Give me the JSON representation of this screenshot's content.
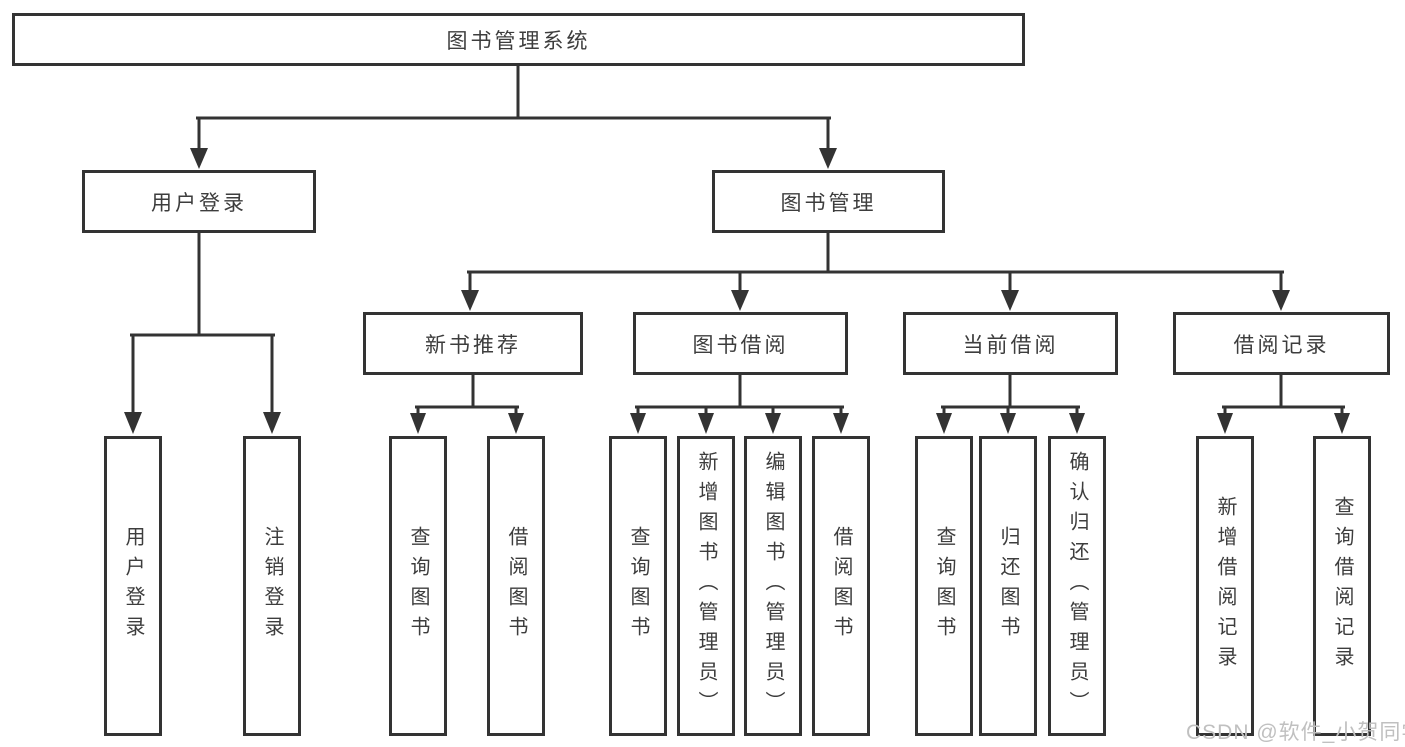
{
  "diagram": {
    "root": {
      "label": "图书管理系统",
      "children": [
        {
          "label": "用户登录",
          "children": [
            {
              "label": "用户登录"
            },
            {
              "label": "注销登录"
            }
          ]
        },
        {
          "label": "图书管理",
          "children": [
            {
              "label": "新书推荐",
              "children": [
                {
                  "label": "查询图书"
                },
                {
                  "label": "借阅图书"
                }
              ]
            },
            {
              "label": "图书借阅",
              "children": [
                {
                  "label": "查询图书"
                },
                {
                  "label": "新增图书（管理员）"
                },
                {
                  "label": "编辑图书（管理员）"
                },
                {
                  "label": "借阅图书"
                }
              ]
            },
            {
              "label": "当前借阅",
              "children": [
                {
                  "label": "查询图书"
                },
                {
                  "label": "归还图书"
                },
                {
                  "label": "确认归还（管理员）"
                }
              ]
            },
            {
              "label": "借阅记录",
              "children": [
                {
                  "label": "新增借阅记录"
                },
                {
                  "label": "查询借阅记录"
                }
              ]
            }
          ]
        }
      ]
    },
    "watermark": "CSDN @软件_小贺同学"
  },
  "colors": {
    "line": "#333333",
    "text": "#3d3d3d",
    "watermark": "#c0c0c0",
    "background": "#ffffff"
  }
}
